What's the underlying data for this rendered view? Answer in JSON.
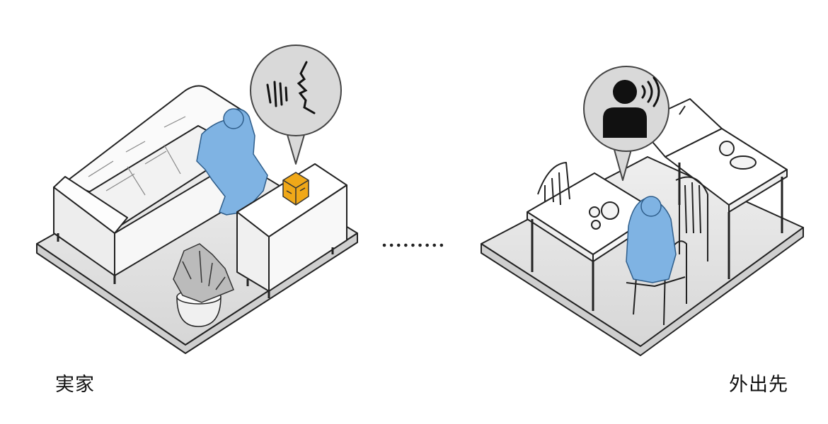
{
  "labels": {
    "left_location": "実家",
    "right_location": "外出先"
  },
  "icons": {
    "left_bubble": "speaking-face-icon",
    "right_bubble": "person-speaking-icon",
    "device": "smart-speaker-icon",
    "connector": "dotted-line"
  },
  "colors": {
    "person_highlight": "#7fb3e3",
    "device_accent": "#f0a818",
    "floor": "#e6e6e6",
    "outline": "#222222"
  }
}
